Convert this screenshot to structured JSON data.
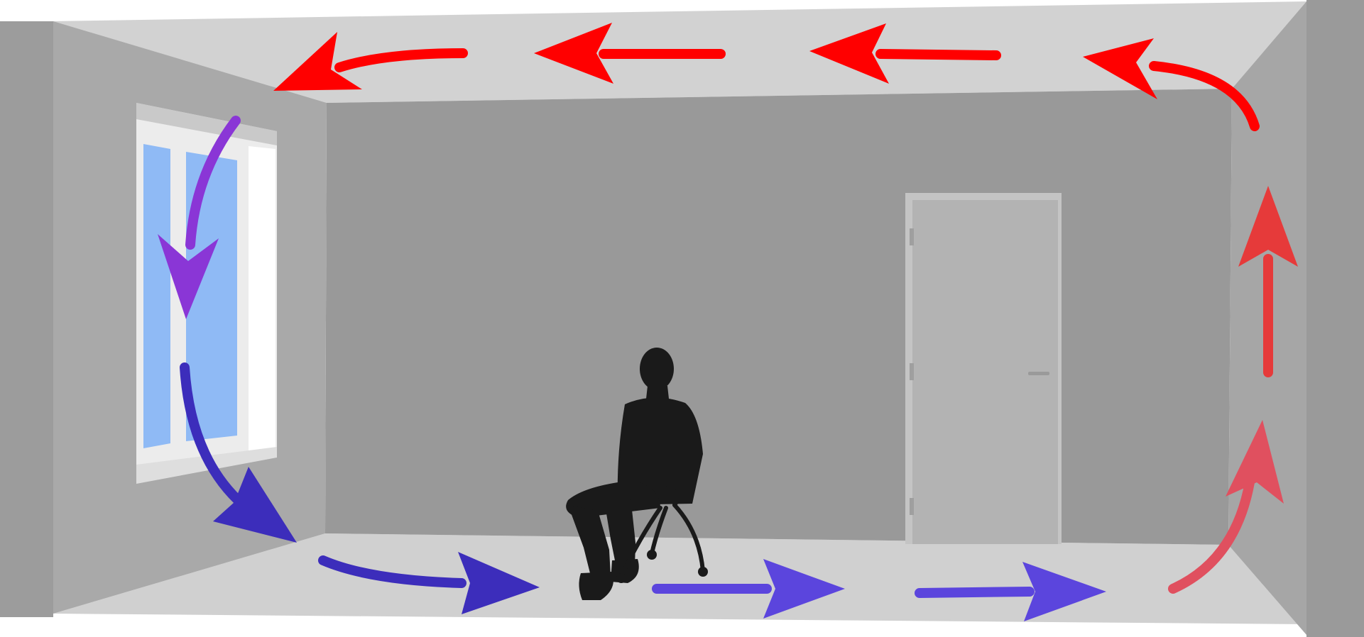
{
  "colors": {
    "background": "#ffffff",
    "ceiling": "#d2d2d2",
    "floor": "#d0d0d0",
    "back_wall": "#999999",
    "left_wall": "#a9a9a9",
    "left_wall_edge": "#9c9c9c",
    "right_wall": "#a6a6a6",
    "right_wall_edge": "#9a9a9a",
    "door": "#b3b3b3",
    "window_glass": "#8fbaf5",
    "window_frame": "#ececec",
    "silhouette": "#1a1a1a",
    "warm_air": "#ff0000",
    "rising_air": "#e63a3a",
    "cooling_air": "#8a36d6",
    "cool_air": "#3c2dbb",
    "floor_air": "#5b45dd",
    "warming_air": "#e0505f"
  },
  "icons": {
    "person": "seated-person-silhouette",
    "door": "door",
    "window": "window",
    "arrow": "airflow-arrow"
  }
}
